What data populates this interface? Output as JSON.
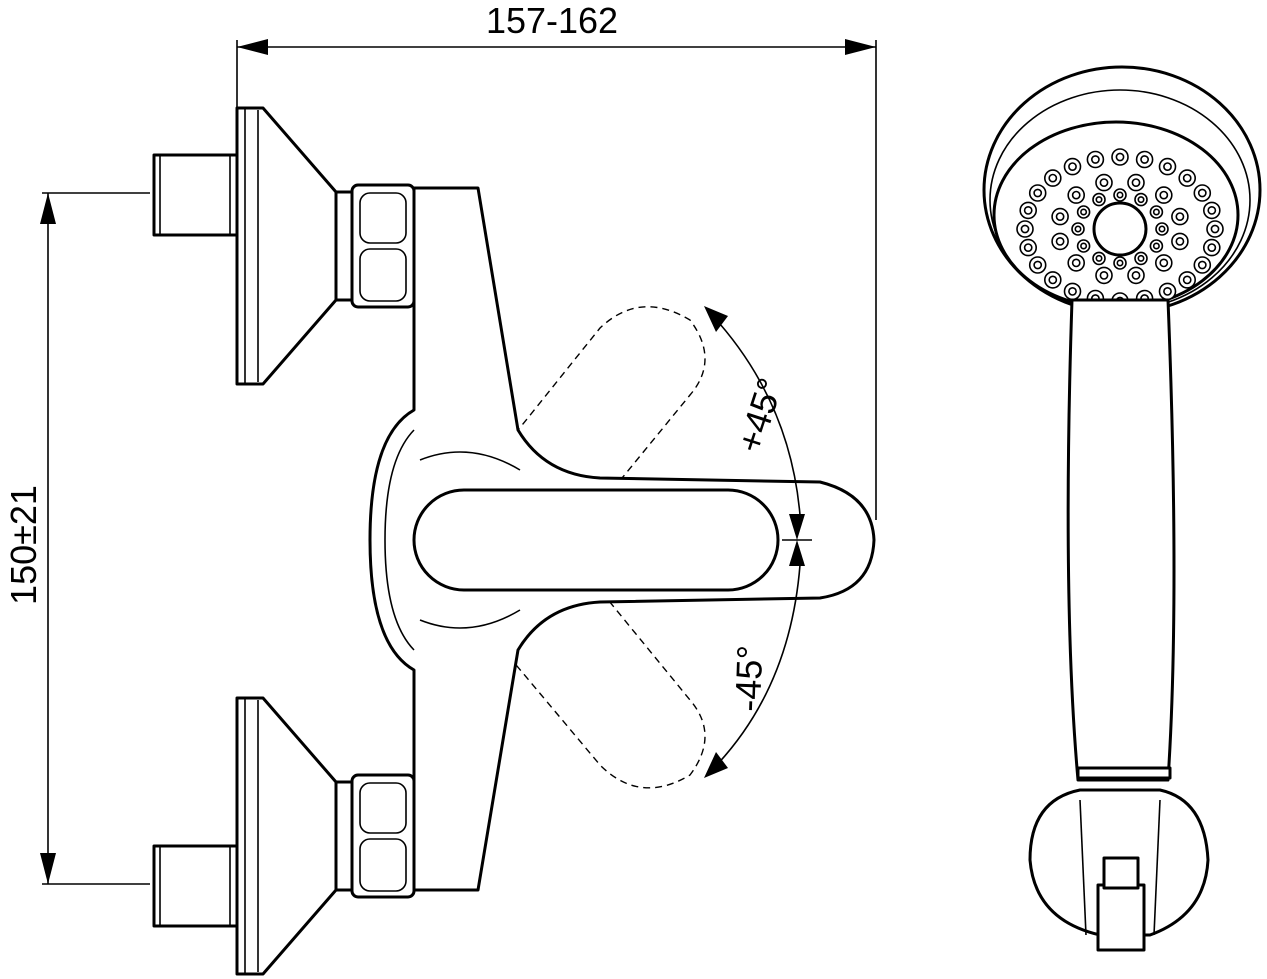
{
  "dimensions": {
    "width_label": "157-162",
    "height_label": "150±21",
    "angle_plus_label": "+45°",
    "angle_minus_label": "-45°"
  }
}
